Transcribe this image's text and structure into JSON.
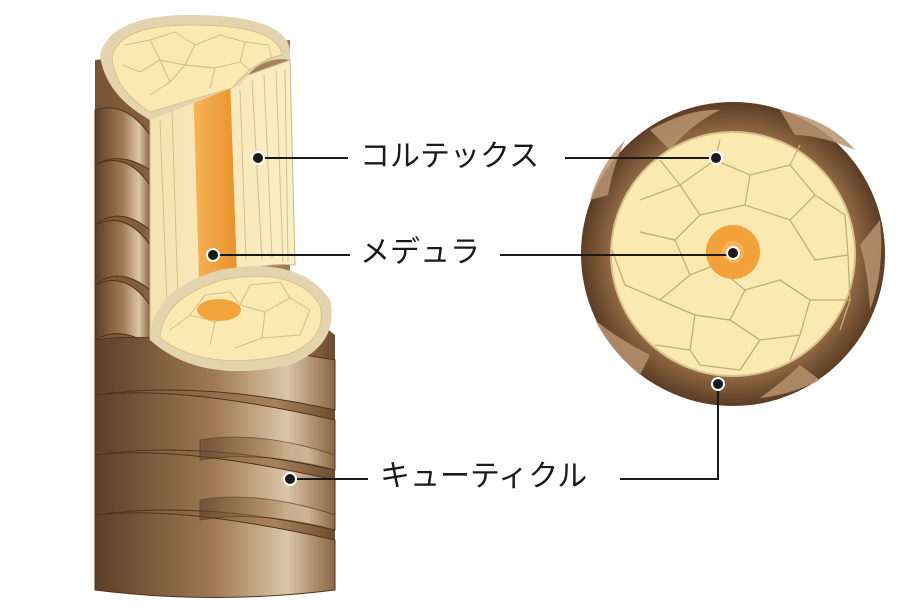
{
  "labels": {
    "cortex": "コルテックス",
    "medulla": "メデュラ",
    "cuticle": "キューティクル"
  },
  "colors": {
    "cuticle_dark": "#6b4a2f",
    "cuticle_mid": "#9c7450",
    "cuticle_light": "#d9c3a6",
    "cortex_fill": "#faeab2",
    "cortex_lines": "#d9c28a",
    "cortex_rim": "#e3d3ae",
    "medulla": "#f3a13a",
    "leader": "#1a1a1a"
  }
}
